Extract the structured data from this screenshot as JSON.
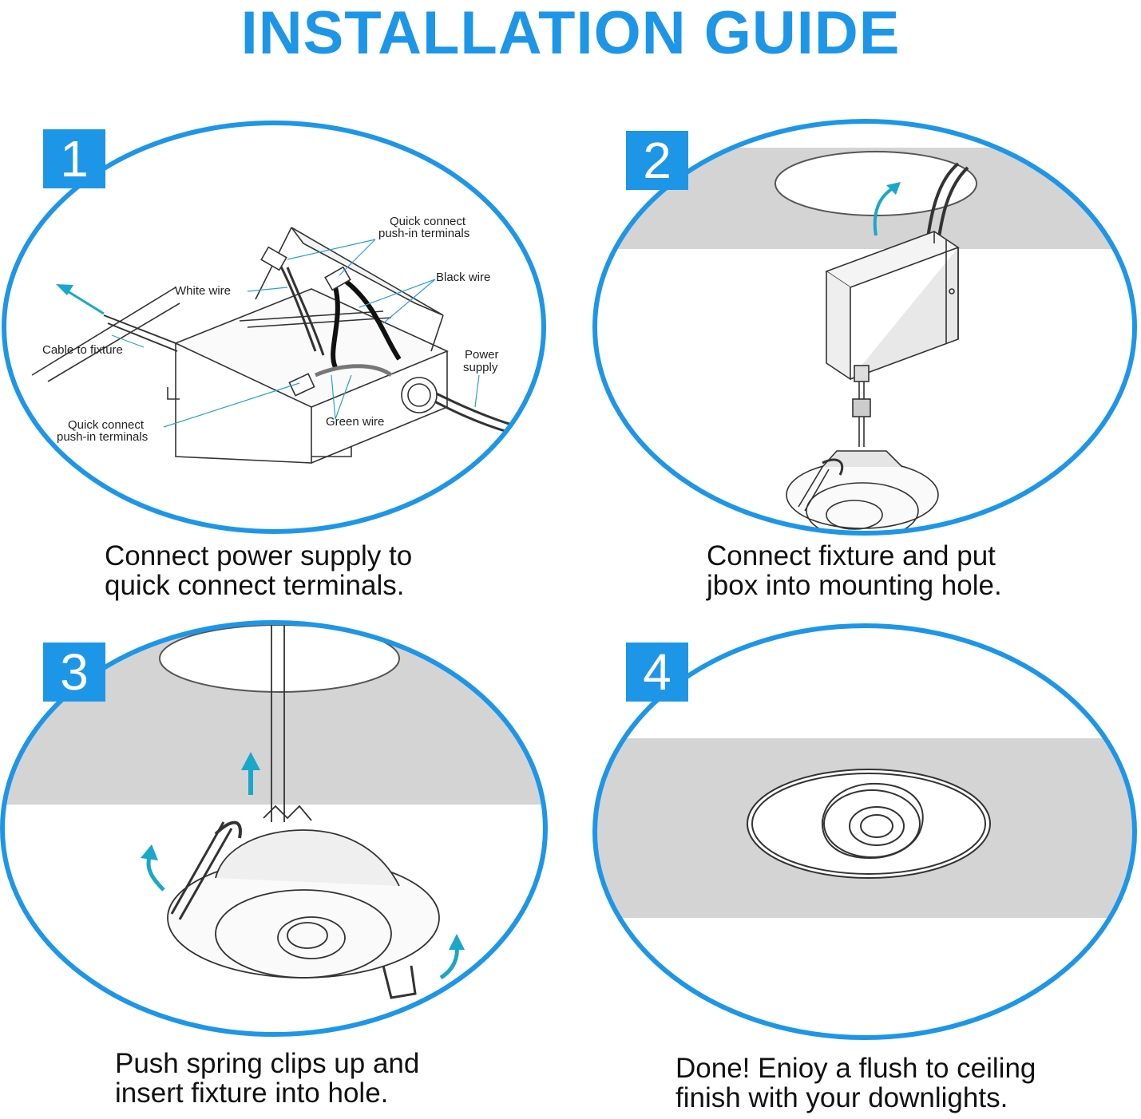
{
  "title": "INSTALLATION GUIDE",
  "colors": {
    "accent": "#1e96e8",
    "ceiling": "#d4d4d4",
    "arrow": "#1aa7c9"
  },
  "steps": [
    {
      "number": "1",
      "caption_line1": "Connect power supply to",
      "caption_line2": "quick connect terminals.",
      "labels": {
        "quick_connect_top_1": "Quick connect",
        "quick_connect_top_2": "push-in terminals",
        "white_wire": "White wire",
        "black_wire": "Black wire",
        "cable_to_fixture": "Cable to fixture",
        "power_supply_1": "Power",
        "power_supply_2": "supply",
        "quick_connect_bottom_1": "Quick connect",
        "quick_connect_bottom_2": "push-in terminals",
        "green_wire": "Green wire"
      }
    },
    {
      "number": "2",
      "caption_line1": "Connect fixture and put",
      "caption_line2": "jbox into mounting hole."
    },
    {
      "number": "3",
      "caption_line1": "Push spring clips up and",
      "caption_line2": "insert fixture into hole."
    },
    {
      "number": "4",
      "caption_line1": "Done! Enioy a flush to ceiling",
      "caption_line2": "finish with your downlights."
    }
  ]
}
